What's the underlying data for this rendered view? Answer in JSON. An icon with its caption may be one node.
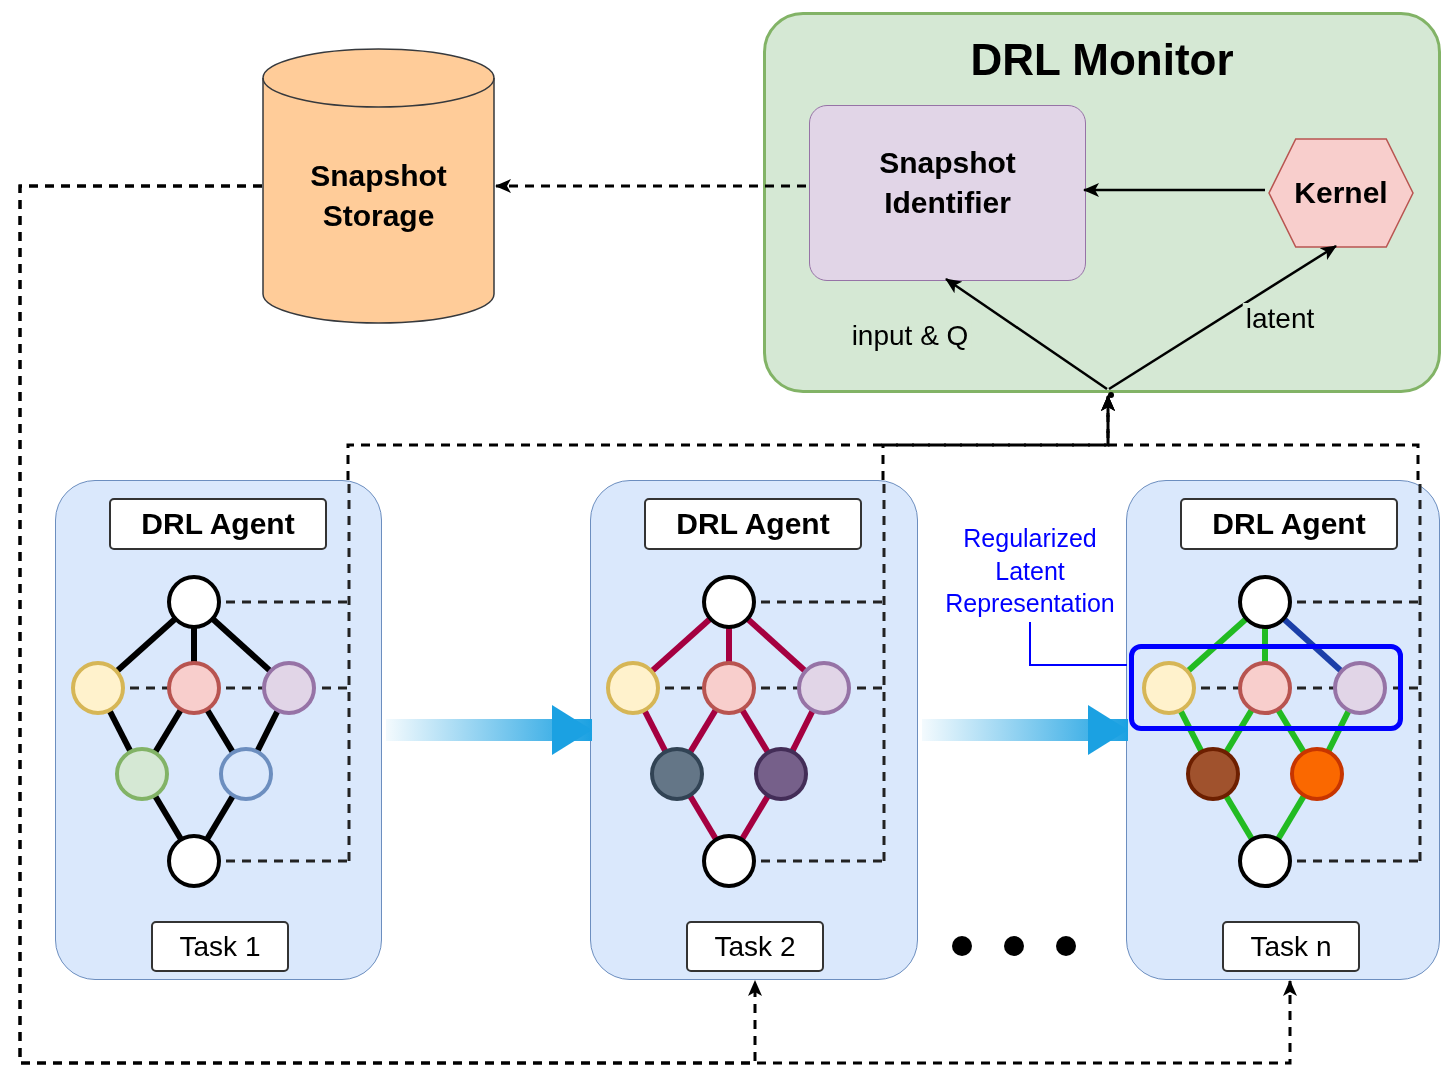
{
  "diagram": {
    "nodes": [
      {
        "text": [
          "Snapshot Storage"
        ]
      },
      {
        "text": [
          "DRL Monitor"
        ]
      },
      {
        "text": [
          "Snapshot Identifier"
        ],
        "in": 1
      },
      {
        "text": [
          "Kernel"
        ],
        "in": 1
      },
      {
        "text": [],
        "shape": "dot",
        "in": 1
      },
      {
        "text": [
          "DRL Agent",
          "Task 1"
        ]
      },
      {
        "text": [
          "DRL Agent",
          "Task 2"
        ]
      },
      {
        "text": [
          "Regularized Latent Representation"
        ]
      },
      {
        "text": [
          "DRL Agent",
          "Task n"
        ]
      },
      {
        "text": [],
        "shape": "box",
        "in": 8
      }
    ],
    "edges": [
      {
        "from": 2,
        "to": 0,
        "arrow": "to",
        "style": "dashed"
      },
      {
        "from": 3,
        "to": 2,
        "arrow": "to"
      },
      {
        "from": 4,
        "to": 2,
        "arrow": "to",
        "label": "input & Q"
      },
      {
        "from": 4,
        "to": 3,
        "arrow": "to",
        "label": "latent"
      },
      {
        "from": 5,
        "to": 4,
        "arrow": "to",
        "style": "dashed"
      },
      {
        "from": 6,
        "to": 4,
        "arrow": "to",
        "style": "dashed"
      },
      {
        "from": 8,
        "to": 4,
        "arrow": "to",
        "style": "dashed"
      },
      {
        "from": 0,
        "to": 6,
        "arrow": "to",
        "style": "dashed"
      },
      {
        "from": 0,
        "to": 8,
        "arrow": "to",
        "style": "dashed"
      },
      {
        "from": 5,
        "to": 6,
        "arrow": "to",
        "style": "thick",
        "color": "#1ba1e2"
      },
      {
        "from": 6,
        "to": 8,
        "arrow": "to",
        "style": "thick",
        "color": "#1ba1e2"
      },
      {
        "from": 7,
        "to": 9,
        "arrow": "none",
        "color": "#0000ff"
      }
    ]
  }
}
